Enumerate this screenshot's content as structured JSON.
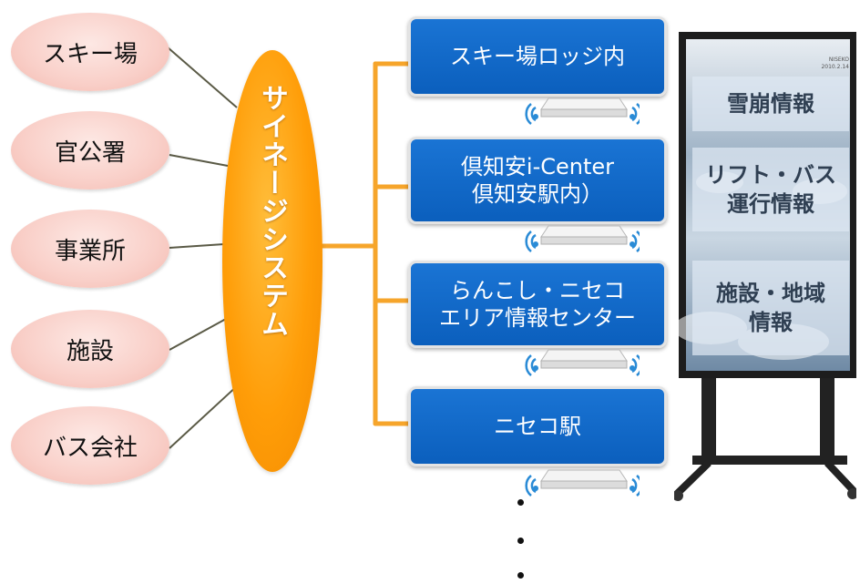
{
  "sources": [
    "スキー場",
    "官公署",
    "事業所",
    "施設",
    "バス会社"
  ],
  "hub": {
    "label": "サイネージシステム"
  },
  "sites": [
    {
      "label": "スキー場ロッジ内"
    },
    {
      "label": "倶知安i-Center\n倶知安駅内）"
    },
    {
      "label": "らんこし・ニセコ\nエリア情報センター"
    },
    {
      "label": "ニセコ駅"
    }
  ],
  "signage": {
    "note_line1": "NISEKO",
    "note_line2": "2010.2.14",
    "panels": [
      {
        "label": "雪崩情報"
      },
      {
        "label": "リフト・バス\n運行情報"
      },
      {
        "label": "施設・地域\n情報"
      }
    ]
  },
  "colors": {
    "source_fill": "#f9cfc8",
    "hub_fill": "#ff9d08",
    "site_fill": "#0b5fbd",
    "bracket": "#f6a52b",
    "connector": "#5a5a46"
  }
}
